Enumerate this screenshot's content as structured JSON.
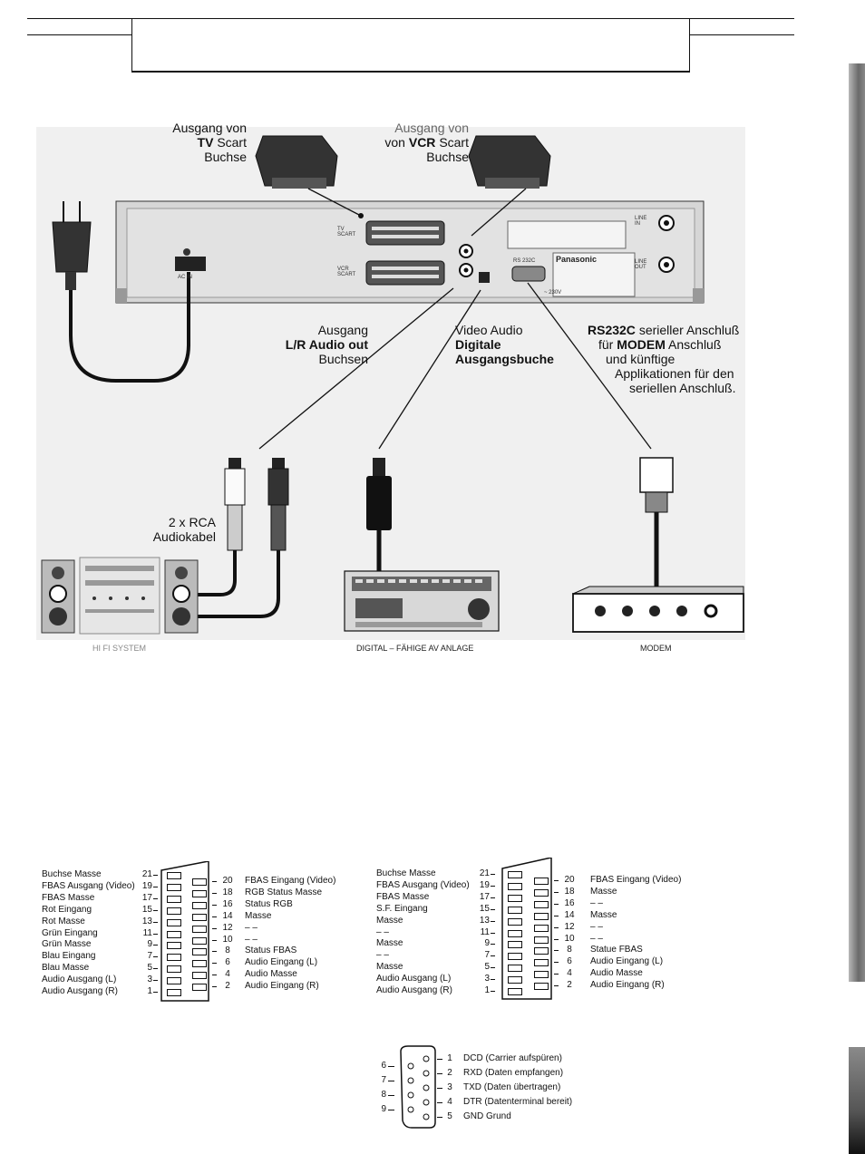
{
  "labels": {
    "tv_out": [
      "Ausgang von",
      "TV",
      "Scart",
      "Buchse"
    ],
    "vcr_out": [
      "Ausgang von",
      "VCR",
      "Scart",
      "Buchse"
    ],
    "audio_out": [
      "Ausgang",
      "L/R Audio  out",
      "Buchsen"
    ],
    "digital_out": [
      "Video Audio",
      "Digitale",
      "Ausgangsbuche"
    ],
    "rs232": [
      "RS232C",
      "serieller Anschluß",
      "für",
      "MODEM",
      "Anschluß",
      "und künftige",
      "Applikationen für den",
      "seriellen Anschluß."
    ],
    "rca": [
      "2 x RCA",
      "Audiokabel"
    ]
  },
  "captions": {
    "hifi": "HI FI SYSTEM",
    "av": "DIGITAL – FÄHIGE AV ANLAGE",
    "modem": "MODEM"
  },
  "deck": {
    "brand": "Panasonic",
    "jack_tv": "TV SCART",
    "jack_vcr": "VCR SCART",
    "ac_in": "AC IN",
    "rs232": "RS 232C",
    "line_in": "LINE IN",
    "line_out": "LINE OUT",
    "power": "~ 230V"
  },
  "scart_tv": {
    "left": [
      {
        "label": "Buchse Masse",
        "pin": "21"
      },
      {
        "label": "FBAS Ausgang (Video)",
        "pin": "19"
      },
      {
        "label": "FBAS Masse",
        "pin": "17"
      },
      {
        "label": "Rot Eingang",
        "pin": "15"
      },
      {
        "label": "Rot Masse",
        "pin": "13"
      },
      {
        "label": "Grün Eingang",
        "pin": "11"
      },
      {
        "label": "Grün Masse",
        "pin": "9"
      },
      {
        "label": "Blau Eingang",
        "pin": "7"
      },
      {
        "label": "Blau Masse",
        "pin": "5"
      },
      {
        "label": "Audio Ausgang (L)",
        "pin": "3"
      },
      {
        "label": "Audio Ausgang (R)",
        "pin": "1"
      }
    ],
    "right": [
      {
        "pin": "20",
        "label": "FBAS Eingang (Video)"
      },
      {
        "pin": "18",
        "label": "RGB Status Masse"
      },
      {
        "pin": "16",
        "label": "Status RGB"
      },
      {
        "pin": "14",
        "label": "Masse"
      },
      {
        "pin": "12",
        "label": "– –"
      },
      {
        "pin": "10",
        "label": "– –"
      },
      {
        "pin": "8",
        "label": "Status FBAS"
      },
      {
        "pin": "6",
        "label": "Audio Eingang (L)"
      },
      {
        "pin": "4",
        "label": "Audio Masse"
      },
      {
        "pin": "2",
        "label": "Audio Eingang (R)"
      }
    ]
  },
  "scart_vcr": {
    "left": [
      {
        "label": "Buchse Masse",
        "pin": "21"
      },
      {
        "label": "FBAS Ausgang (Video)",
        "pin": "19"
      },
      {
        "label": "FBAS Masse",
        "pin": "17"
      },
      {
        "label": "S.F.  Eingang",
        "pin": "15"
      },
      {
        "label": "Masse",
        "pin": "13"
      },
      {
        "label": "– –",
        "pin": "11"
      },
      {
        "label": "Masse",
        "pin": "9"
      },
      {
        "label": "– –",
        "pin": "7"
      },
      {
        "label": "Masse",
        "pin": "5"
      },
      {
        "label": "Audio Ausgang (L)",
        "pin": "3"
      },
      {
        "label": "Audio Ausgang (R)",
        "pin": "1"
      }
    ],
    "right": [
      {
        "pin": "20",
        "label": "FBAS Eingang (Video)"
      },
      {
        "pin": "18",
        "label": "Masse"
      },
      {
        "pin": "16",
        "label": "– –"
      },
      {
        "pin": "14",
        "label": "Masse"
      },
      {
        "pin": "12",
        "label": "– –"
      },
      {
        "pin": "10",
        "label": "– –"
      },
      {
        "pin": "8",
        "label": "Statue FBAS"
      },
      {
        "pin": "6",
        "label": "Audio Eingang (L)"
      },
      {
        "pin": "4",
        "label": "Audio Masse"
      },
      {
        "pin": "2",
        "label": "Audio Eingang (R)"
      }
    ]
  },
  "dsub": {
    "left_pins": [
      "6",
      "7",
      "8",
      "9"
    ],
    "right": [
      {
        "pin": "1",
        "label": "DCD (Carrier aufspüren)"
      },
      {
        "pin": "2",
        "label": "RXD (Daten empfangen)"
      },
      {
        "pin": "3",
        "label": "TXD (Daten übertragen)"
      },
      {
        "pin": "4",
        "label": "DTR (Datenterminal bereit)"
      },
      {
        "pin": "5",
        "label": "GND Grund"
      }
    ]
  }
}
